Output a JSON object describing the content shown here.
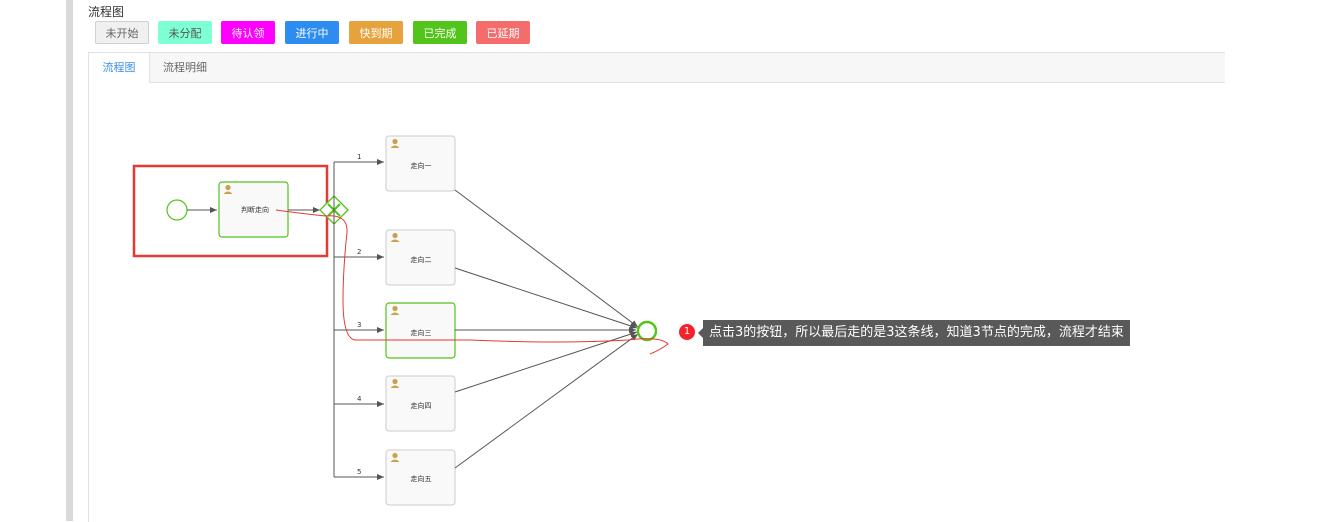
{
  "section_title": "流程图",
  "legend": [
    {
      "label": "未开始",
      "bg": "#f0f0f0",
      "fg": "#666666",
      "border": "#d0d0d0"
    },
    {
      "label": "未分配",
      "bg": "#7fffd4",
      "fg": "#555555",
      "border": "#7fffd4"
    },
    {
      "label": "待认领",
      "bg": "#ff00ff",
      "fg": "#ffffff",
      "border": "#ff00ff"
    },
    {
      "label": "进行中",
      "bg": "#2d8cf0",
      "fg": "#ffffff",
      "border": "#2d8cf0"
    },
    {
      "label": "快到期",
      "bg": "#e6a23c",
      "fg": "#ffffff",
      "border": "#e6a23c"
    },
    {
      "label": "已完成",
      "bg": "#52c41a",
      "fg": "#ffffff",
      "border": "#52c41a"
    },
    {
      "label": "已延期",
      "bg": "#f56c6c",
      "fg": "#ffffff",
      "border": "#f56c6c"
    }
  ],
  "tabs": [
    {
      "label": "流程图",
      "active": true
    },
    {
      "label": "流程明细",
      "active": false
    }
  ],
  "nodes": {
    "judge": "判断走向",
    "route1": "走向一",
    "route2": "走向二",
    "route3": "走向三",
    "route4": "走向四",
    "route5": "走向五"
  },
  "edge_labels": [
    "1",
    "2",
    "3",
    "4",
    "5"
  ],
  "annotation": {
    "badge": "1",
    "text": "点击3的按钮，所以最后走的是3这条线，知道3节点的完成，流程才结束"
  },
  "colors": {
    "completed": "#52c41a",
    "not_started_border": "#cccccc",
    "highlight": "#e53935",
    "edge": "#555555"
  }
}
